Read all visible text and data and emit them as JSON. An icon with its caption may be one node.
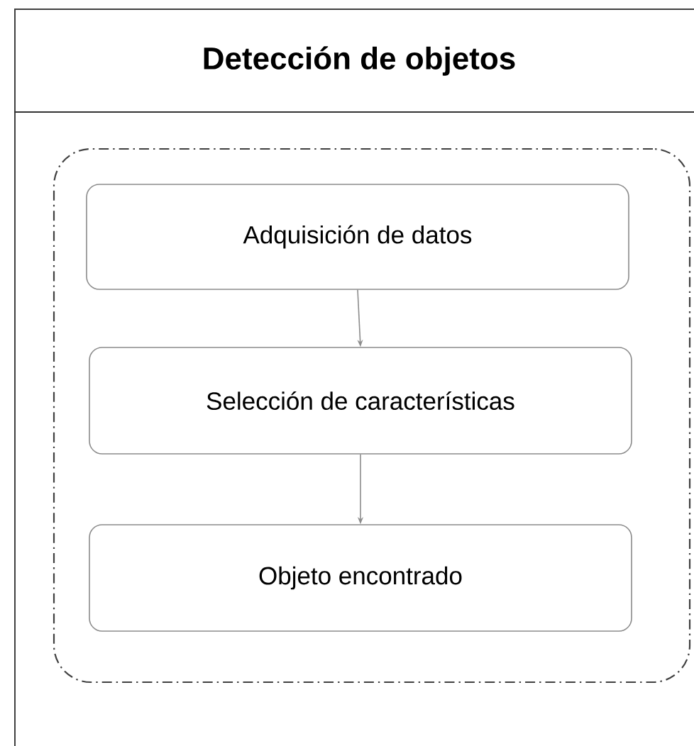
{
  "diagram": {
    "nodes": [
      {
        "text": [
          "Detección de objetos"
        ]
      },
      {
        "text": [],
        "shape": "box",
        "in": 0
      },
      {
        "text": [
          "Adquisición de datos"
        ],
        "in": 1
      },
      {
        "text": [
          "Selección de características"
        ],
        "in": 1
      },
      {
        "text": [
          "Objeto encontrado"
        ],
        "in": 1
      }
    ],
    "edges": [
      {
        "from": 2,
        "to": 3,
        "arrow": "to"
      },
      {
        "from": 3,
        "to": 4,
        "arrow": "to"
      }
    ]
  }
}
